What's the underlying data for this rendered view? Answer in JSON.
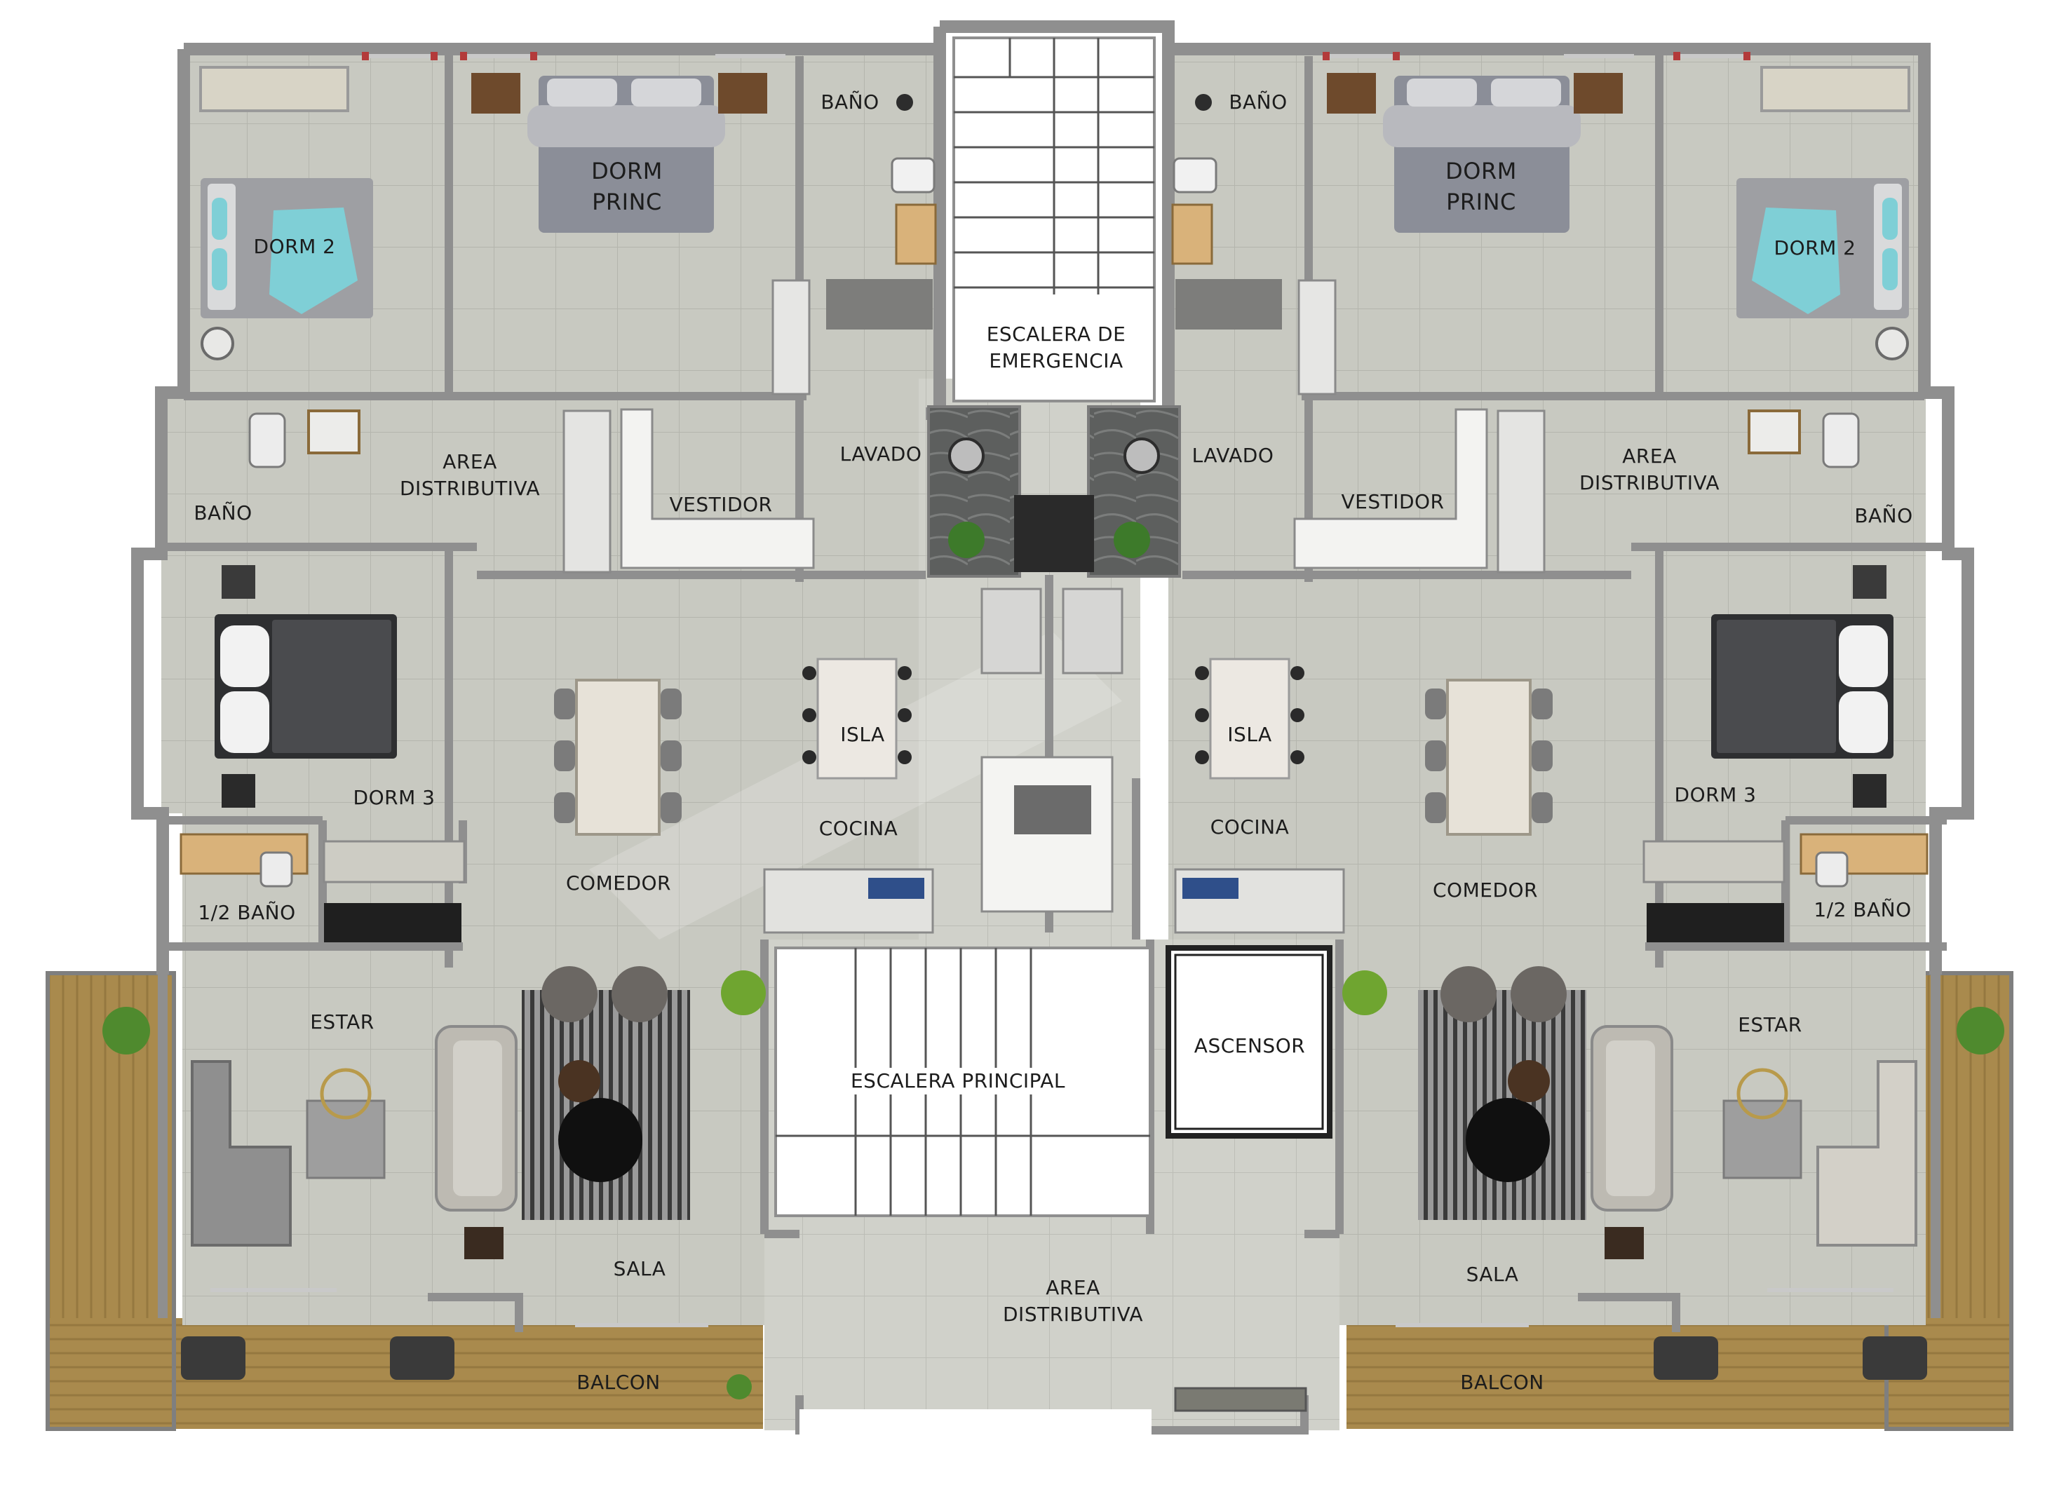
{
  "rooms": {
    "left": {
      "dorm2": "DORM 2",
      "dorm_princ": "DORM\nPRINC",
      "bano_top": "BAÑO",
      "bano_side": "BAÑO",
      "area_distributiva": "AREA\nDISTRIBUTIVA",
      "vestidor": "VESTIDOR",
      "lavado": "LAVADO",
      "dorm3": "DORM 3",
      "medio_bano": "1/2 BAÑO",
      "comedor": "COMEDOR",
      "isla": "ISLA",
      "cocina": "COCINA",
      "estar": "ESTAR",
      "sala": "SALA",
      "balcon": "BALCON"
    },
    "right": {
      "dorm2": "DORM 2",
      "dorm_princ": "DORM\nPRINC",
      "bano_top": "BAÑO",
      "bano_side": "BAÑO",
      "area_distributiva": "AREA\nDISTRIBUTIVA",
      "vestidor": "VESTIDOR",
      "lavado": "LAVADO",
      "dorm3": "DORM 3",
      "medio_bano": "1/2 BAÑO",
      "comedor": "COMEDOR",
      "isla": "ISLA",
      "cocina": "COCINA",
      "estar": "ESTAR",
      "sala": "SALA",
      "balcon": "BALCON"
    },
    "core": {
      "escalera_emergencia": "ESCALERA DE\nEMERGENCIA",
      "escalera_principal": "ESCALERA PRINCIPAL",
      "ascensor": "ASCENSOR",
      "area_distributiva": "AREA\nDISTRIBUTIVA"
    }
  },
  "colors": {
    "wall": "#8f8f8f",
    "floor_tile": "#c9cac2",
    "wood_deck": "#a88a4e",
    "stair_fill": "#ffffff",
    "bed_gray": "#8a8d96",
    "bed_dark": "#3c3d40",
    "bed_teal": "#7fcfd6",
    "counter_white": "#f2f2f0",
    "marble_dark": "#5b5d5c"
  },
  "icons": [
    "bed-icon",
    "toilet-icon",
    "sink-icon",
    "sofa-icon",
    "dining-table-icon",
    "chair-icon",
    "plant-icon",
    "rug-icon",
    "coffee-table-icon",
    "stairs-icon",
    "elevator-icon"
  ]
}
